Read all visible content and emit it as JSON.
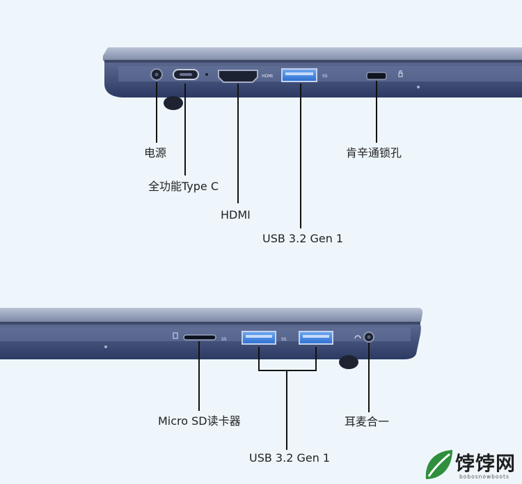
{
  "top_view": {
    "labels": {
      "power": "电源",
      "typec": "全功能Type C",
      "hdmi": "HDMI",
      "usb": "USB 3.2 Gen 1",
      "lock": "肯辛通锁孔"
    },
    "port_text": {
      "hdmi": "HDMI"
    }
  },
  "bottom_view": {
    "labels": {
      "sd": "Micro SD读卡器",
      "usb": "USB 3.2 Gen 1",
      "audio": "耳麦合一"
    }
  },
  "watermark": {
    "name": "饽饽网",
    "url": "bobosnowboots"
  },
  "colors": {
    "background": "#eef6fb",
    "body_blue": "#3b4a72",
    "lid": "#8f9bb6",
    "usb_blue": "#3b7fd9"
  }
}
